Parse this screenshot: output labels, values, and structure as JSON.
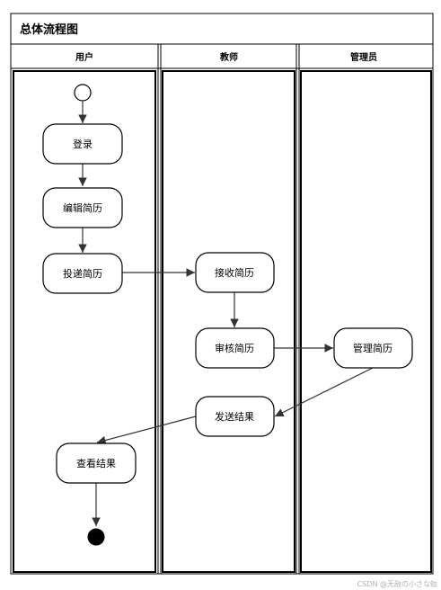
{
  "title": "总体流程图",
  "lanes": [
    {
      "id": "user",
      "label": "用户"
    },
    {
      "id": "teacher",
      "label": "教师"
    },
    {
      "id": "admin",
      "label": "管理员"
    }
  ],
  "nodes": {
    "login": "登录",
    "edit_resume": "编辑简历",
    "submit_resume": "投递简历",
    "receive_resume": "接收简历",
    "review_resume": "审核简历",
    "manage_resume": "管理简历",
    "send_result": "发送结果",
    "view_result": "查看结果"
  },
  "watermark": "CSDN @无敌の小さな蚊"
}
